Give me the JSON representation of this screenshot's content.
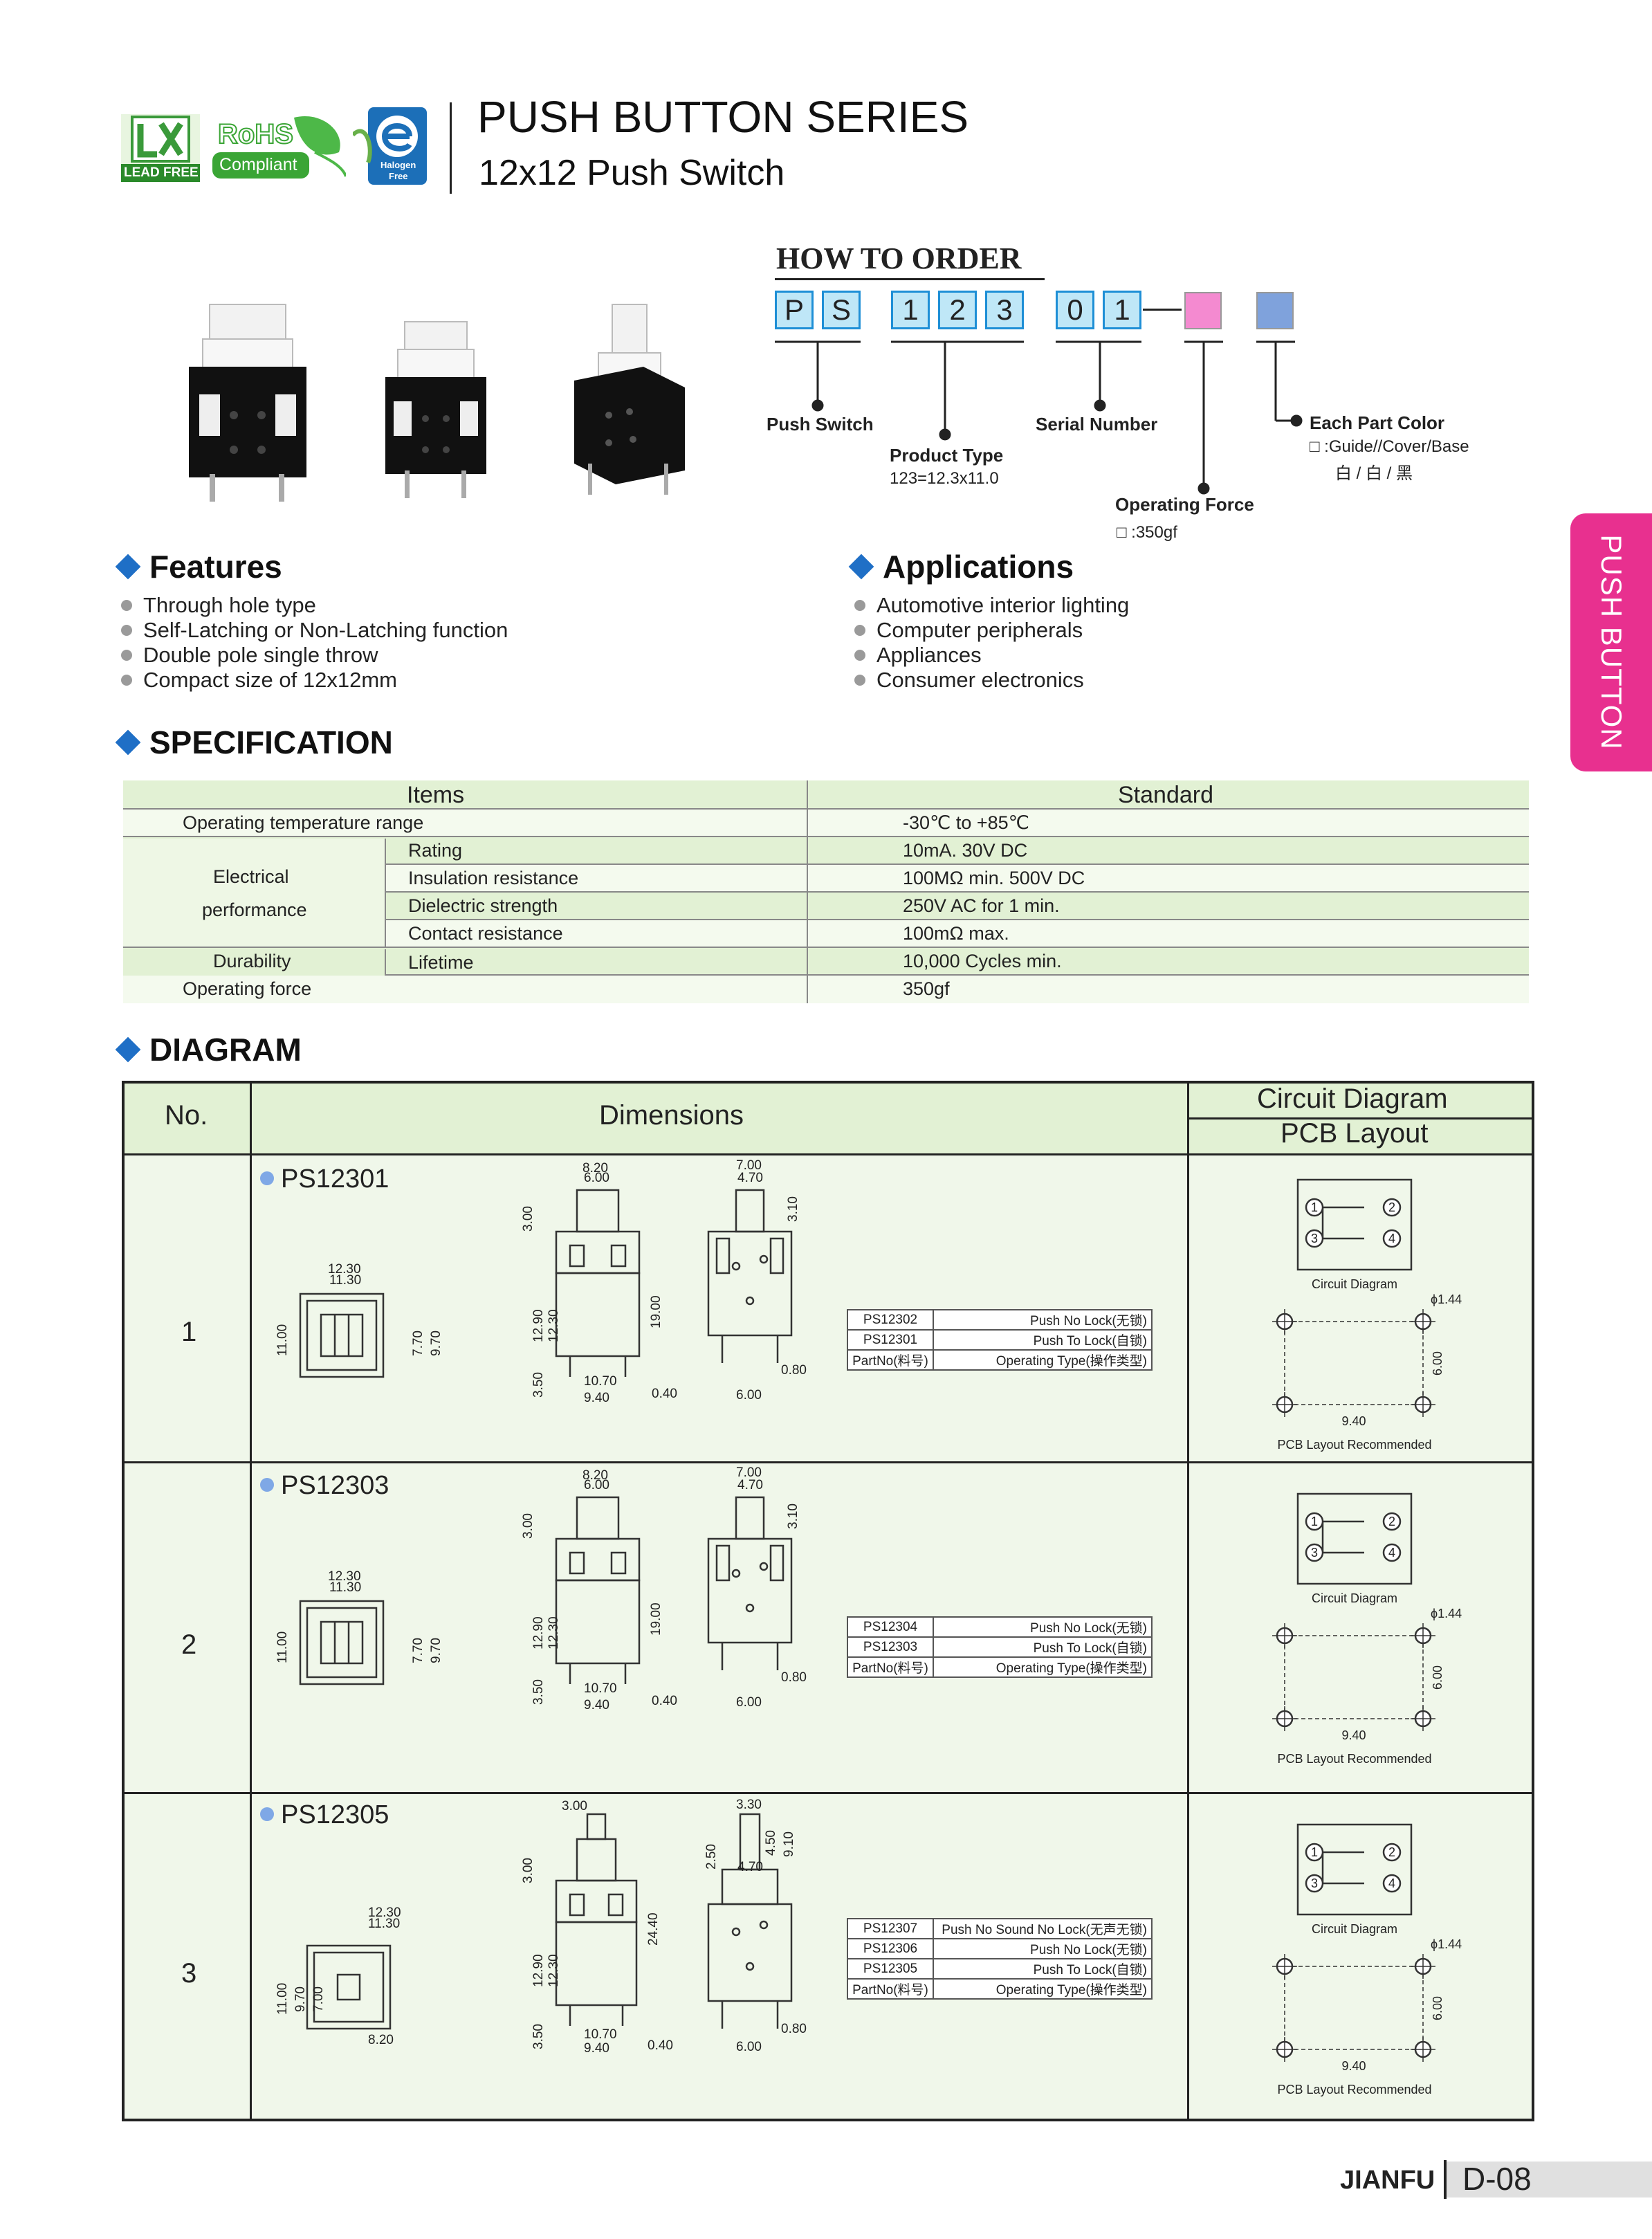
{
  "header": {
    "logos": {
      "lead_free": "LEAD FREE",
      "rohs": "RoHS",
      "rohs_sub": "Compliant",
      "halogen": "Halogen",
      "halogen_sub": "Free"
    },
    "title": "PUSH BUTTON SERIES",
    "subtitle": "12x12 Push Switch"
  },
  "side_tab": {
    "label": "PUSH BUTTON",
    "color": "#e8308f"
  },
  "how_to_order": {
    "heading": "HOW TO ORDER",
    "boxes": [
      "P",
      "S",
      "1",
      "2",
      "3",
      "0",
      "1"
    ],
    "labels": {
      "push_switch": "Push Switch",
      "product_type": "Product Type",
      "product_type_value": "123=12.3x11.0",
      "serial_number": "Serial Number",
      "operating_force": "Operating Force",
      "operating_force_value": "□ :350gf",
      "each_part_color": "Each Part Color",
      "each_part_color_value": "□ :Guide//Cover/Base",
      "each_part_color_value2": "白 / 白 / 黑"
    },
    "colors": {
      "pink": "#f48ad0",
      "blue": "#7fa2dc",
      "cyan": "#bfe7f7"
    }
  },
  "features": {
    "heading": "Features",
    "items": [
      "Through hole type",
      "Self-Latching or Non-Latching function",
      "Double pole single throw",
      "Compact size of 12x12mm"
    ]
  },
  "applications": {
    "heading": "Applications",
    "items": [
      "Automotive interior lighting",
      "Computer peripherals",
      "Appliances",
      "Consumer electronics"
    ]
  },
  "specification": {
    "heading": "SPECIFICATION",
    "col_items": "Items",
    "col_standard": "Standard",
    "rows": [
      {
        "item": "Operating temperature range",
        "value": "-30℃ to +85℃"
      },
      {
        "item": "Rating",
        "value": "10mA. 30V DC"
      },
      {
        "item": "Insulation resistance",
        "value": "100MΩ min. 500V DC"
      },
      {
        "item": "Dielectric strength",
        "value": "250V AC for 1 min."
      },
      {
        "item": "Contact resistance",
        "value": "100mΩ max."
      },
      {
        "item": "Lifetime",
        "value": "10,000 Cycles min."
      },
      {
        "item": "Operating force",
        "value": "350gf"
      }
    ],
    "group_electrical_1": "Electrical",
    "group_electrical_2": "performance",
    "group_durability": "Durability",
    "colors": {
      "green": "#e2f1d4",
      "light": "#f0f7ea"
    }
  },
  "diagram": {
    "heading": "DIAGRAM",
    "col_no": "No.",
    "col_dimensions": "Dimensions",
    "col_circuit": "Circuit Diagram",
    "col_pcb": "PCB Layout",
    "rows": [
      {
        "no": "1",
        "model": "PS12301",
        "dims": {
          "a": "8.20",
          "b": "6.00",
          "c": "7.00",
          "d": "4.70",
          "e": "3.10",
          "f": "12.30",
          "g": "11.30",
          "h": "11.00",
          "i": "7.70",
          "j": "9.70",
          "k": "3.00",
          "l": "12.90",
          "m": "12.30",
          "n": "19.00",
          "o": "3.50",
          "p": "10.70",
          "q": "9.40",
          "r": "0.40",
          "s": "0.80",
          "u": "6.00"
        },
        "parts": [
          [
            "PS12302",
            "Push No Lock(无锁)"
          ],
          [
            "PS12301",
            "Push To Lock(自锁)"
          ],
          [
            "PartNo(料号)",
            "Operating Type(操作类型)"
          ]
        ]
      },
      {
        "no": "2",
        "model": "PS12303",
        "dims": {
          "a": "8.20",
          "b": "6.00",
          "c": "7.00",
          "d": "4.70",
          "e": "3.10",
          "f": "12.30",
          "g": "11.30",
          "h": "11.00",
          "i": "7.70",
          "j": "9.70",
          "k": "3.00",
          "l": "12.90",
          "m": "12.30",
          "n": "19.00",
          "o": "3.50",
          "p": "10.70",
          "q": "9.40",
          "r": "0.40",
          "s": "0.80",
          "u": "6.00"
        },
        "parts": [
          [
            "PS12304",
            "Push No Lock(无锁)"
          ],
          [
            "PS12303",
            "Push To Lock(自锁)"
          ],
          [
            "PartNo(料号)",
            "Operating Type(操作类型)"
          ]
        ]
      },
      {
        "no": "3",
        "model": "PS12305",
        "dims": {
          "a": "3.00",
          "c": "3.30",
          "d": "4.70",
          "e": "4.50",
          "e2": "9.10",
          "e3": "2.50",
          "f": "12.30",
          "g": "11.30",
          "h": "11.00",
          "i": "9.70",
          "j": "7.00",
          "w": "8.20",
          "k": "3.00",
          "l": "12.90",
          "m": "12.30",
          "n": "24.40",
          "o": "3.50",
          "p": "10.70",
          "q": "9.40",
          "r": "0.40",
          "s": "0.80",
          "u": "6.00"
        },
        "parts": [
          [
            "PS12307",
            "Push No Sound No Lock(无声无锁)"
          ],
          [
            "PS12306",
            "Push No Lock(无锁)"
          ],
          [
            "PS12305",
            "Push To Lock(自锁)"
          ],
          [
            "PartNo(料号)",
            "Operating Type(操作类型)"
          ]
        ]
      }
    ],
    "circuit_caption": "Circuit Diagram",
    "pcb_caption": "PCB Layout Recommended",
    "pcb_hole": "ϕ1.44",
    "pcb_w": "9.40",
    "pcb_h": "6.00",
    "pins": [
      "1",
      "2",
      "3",
      "4"
    ],
    "colors": {
      "bg": "#f0f7ea",
      "head": "#e2f1d4",
      "dot": "#7fa8e6"
    }
  },
  "footer": {
    "brand": "JIANFU",
    "page": "D-08"
  }
}
